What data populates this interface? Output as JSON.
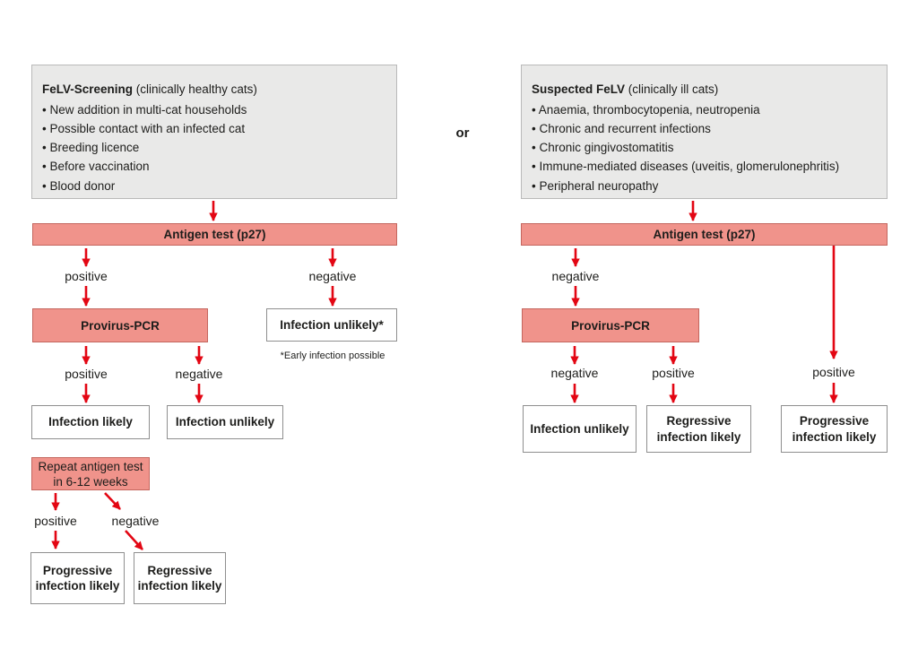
{
  "labels": {
    "or": "or",
    "positive": "positive",
    "negative": "negative"
  },
  "colors": {
    "salmon_fill": "#f0938b",
    "salmon_border": "#c4665e",
    "gray_box_fill": "#e9e9e8",
    "gray_box_border": "#b9b9b9",
    "white_box_border": "#8f8f8f",
    "arrow_red": "#e30613",
    "text": "#1d1d1b"
  },
  "left_flow": {
    "header": {
      "title": "FeLV-Screening",
      "subtitle": " (clinically healthy cats)",
      "bullets": [
        "New addition in multi-cat households",
        "Possible contact with an infected cat",
        "Breeding licence",
        "Before vaccination",
        "Blood donor"
      ]
    },
    "antigen_test": "Antigen test (p27)",
    "provirus_pcr": "Provirus-PCR",
    "infection_unlikely_note": "Infection unlikely*",
    "footnote": "*Early infection possible",
    "infection_likely": "Infection likely",
    "infection_unlikely": "Infection unlikely",
    "repeat_test": "Repeat antigen test\nin 6-12 weeks",
    "progressive": "Progressive\ninfection likely",
    "regressive": "Regressive\ninfection likely"
  },
  "right_flow": {
    "header": {
      "title": "Suspected FeLV",
      "subtitle": " (clinically ill cats)",
      "bullets": [
        "Anaemia, thrombocytopenia, neutropenia",
        "Chronic and recurrent infections",
        "Chronic gingivostomatitis",
        "Immune-mediated diseases (uveitis, glomerulonephritis)",
        "Peripheral neuropathy"
      ]
    },
    "antigen_test": "Antigen test (p27)",
    "provirus_pcr": "Provirus-PCR",
    "infection_unlikely": "Infection unlikely",
    "regressive": "Regressive\ninfection likely",
    "progressive": "Progressive\ninfection likely"
  }
}
